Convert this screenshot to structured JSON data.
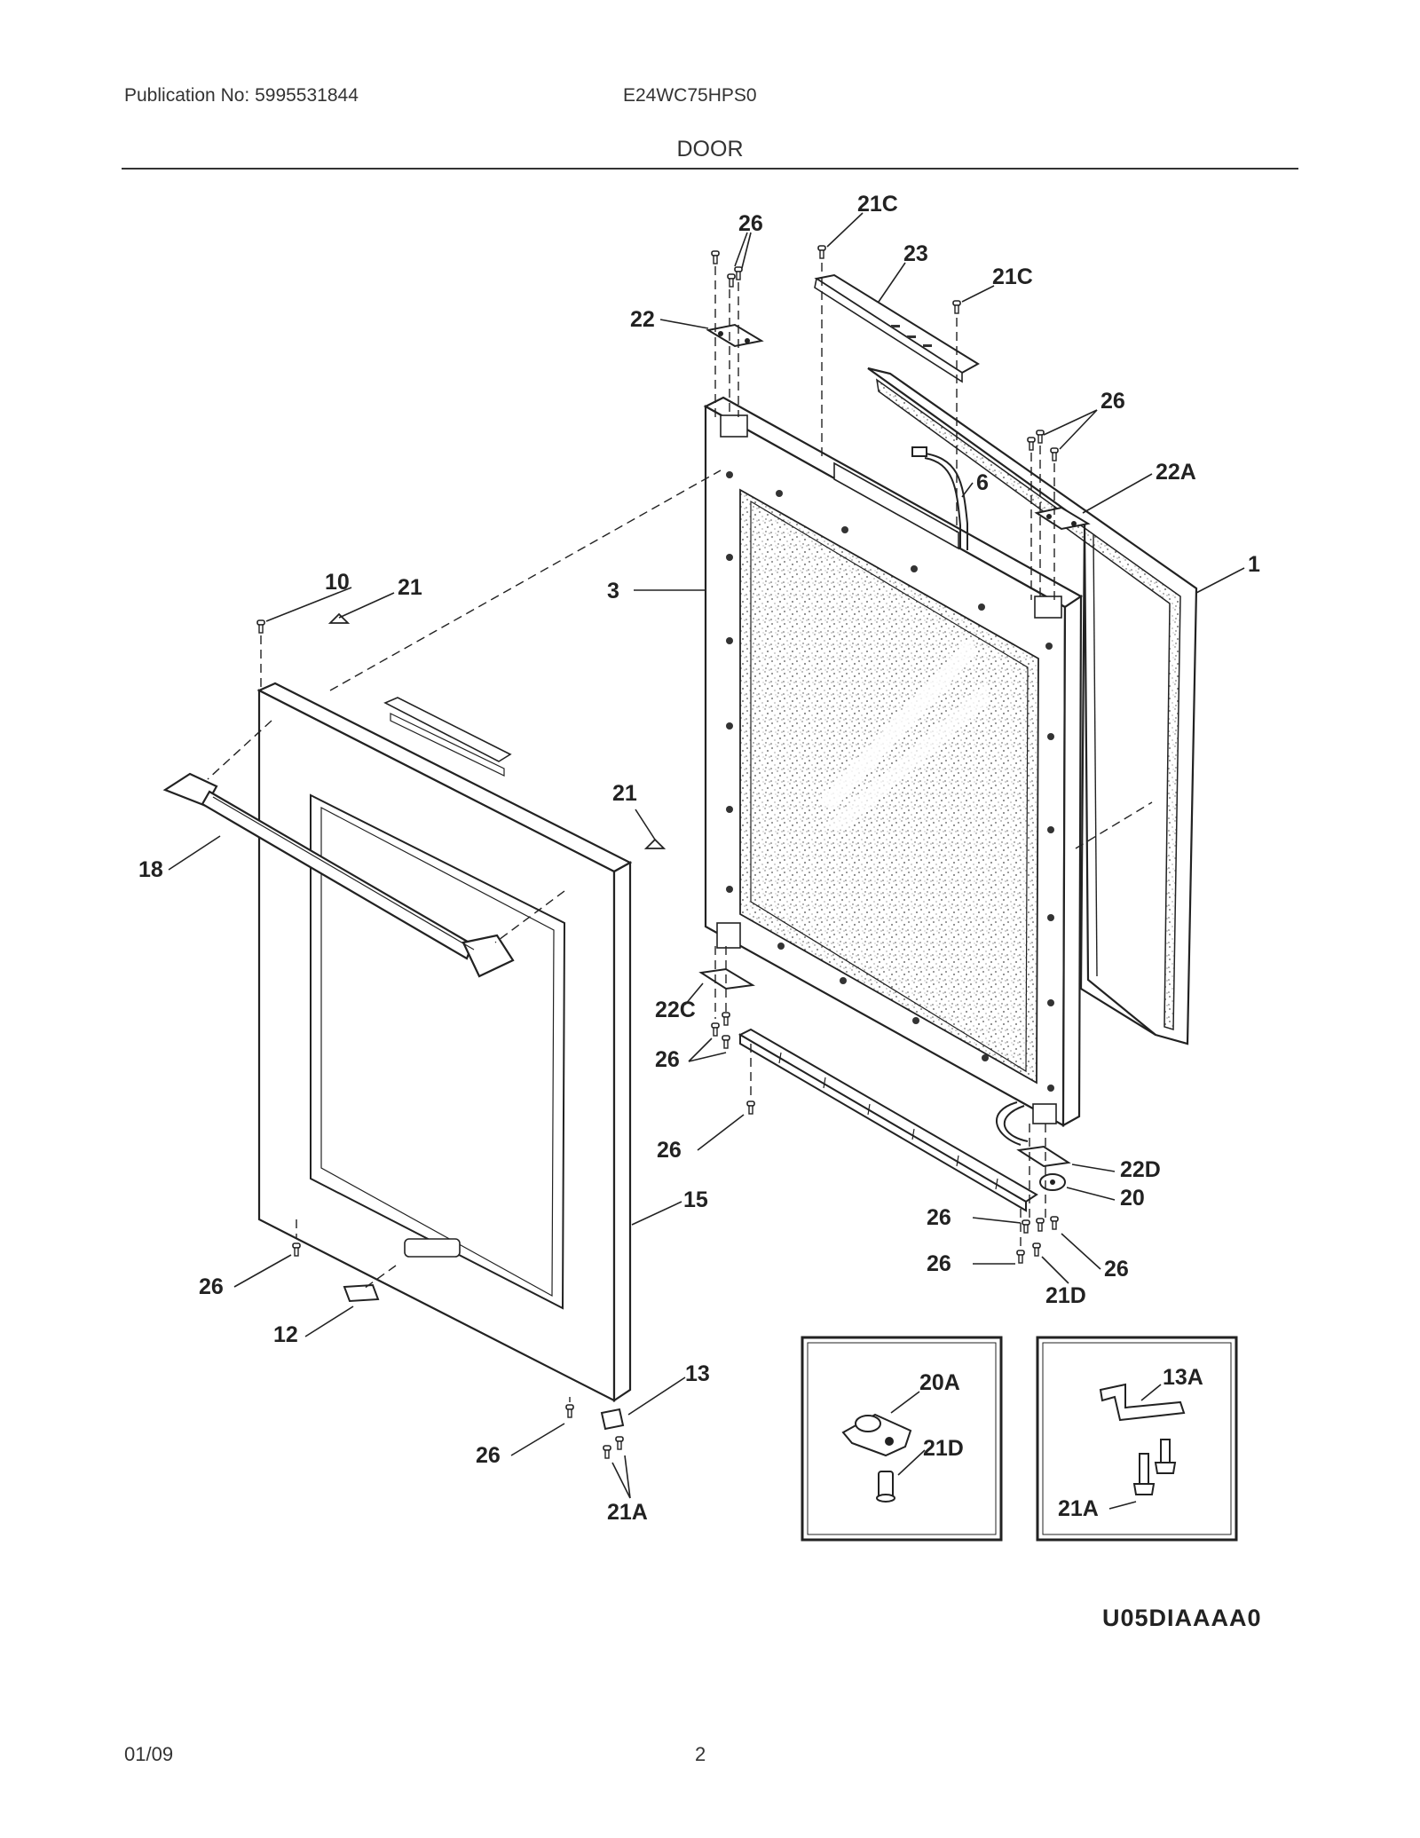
{
  "header": {
    "publication": "Publication No: 5995531844",
    "model": "E24WC75HPS0",
    "section_title": "DOOR"
  },
  "footer": {
    "date": "01/09",
    "page_number": "2"
  },
  "diagram_code": "U05DIAAAA0",
  "callouts": {
    "c26a": "26",
    "c21c_top": "21C",
    "c23": "23",
    "c21c_right": "21C",
    "c22": "22",
    "c26b": "26",
    "c22a": "22A",
    "c6": "6",
    "c1": "1",
    "c3": "3",
    "c10": "10",
    "c21a": "21",
    "c21b": "21",
    "c18": "18",
    "c22c": "22C",
    "c26c": "26",
    "c26d": "26",
    "c22d": "22D",
    "c20": "20",
    "c26e": "26",
    "c26f": "26",
    "c21d": "21D",
    "c26g": "26",
    "c15": "15",
    "c26h": "26",
    "c12": "12",
    "c13": "13",
    "c26i": "26",
    "c21a_bottom": "21A",
    "inset1_20a": "20A",
    "inset1_21d": "21D",
    "inset2_13a": "13A",
    "inset2_21a": "21A"
  },
  "icons": [
    "screw-icon",
    "hinge-bracket-icon",
    "door-panel-icon",
    "handle-icon"
  ]
}
